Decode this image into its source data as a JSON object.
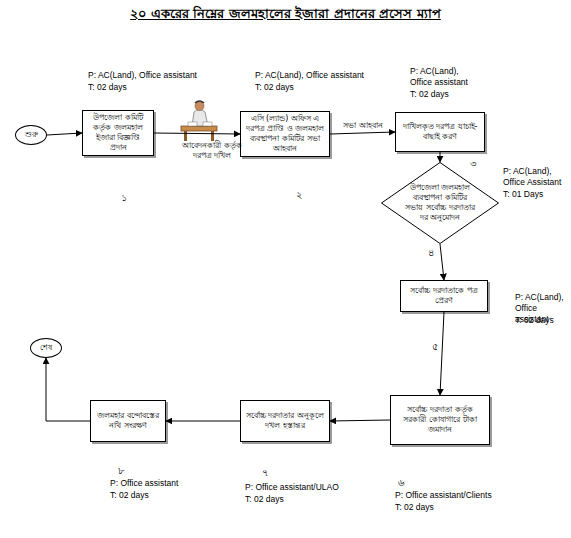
{
  "diagram": {
    "title": "২০ একরের নিম্নের জলমহালের ইজারা প্রদানের প্রসেস ম্যাপ",
    "nodes": [
      {
        "text": [
          "শুরু"
        ]
      },
      {
        "text": [
          "উপজেলা কমিটি কর্তৃক জলমহাল ইজারা বিজ্ঞপ্তি প্রদান"
        ]
      },
      {
        "text": [
          "এসি (ল্যান্ড) অফিস এ দরপত্র প্রাপ্তি ও জলমহাল ব্যবস্থাপনা কমিটির সভা আহবান"
        ]
      },
      {
        "text": [
          "দাখিলকৃত দরপত্র যাচাই-বাছাই করণ"
        ]
      },
      {
        "text": [
          "উপজেলা জলমহাল ব্যবস্থাপনা কমিটির সভায় সর্বোচ্চ দরদাতার দর অনুমোদন"
        ]
      },
      {
        "text": [
          "সর্বোচ্চ দরদাতাকে পত্র প্রেরণ"
        ]
      },
      {
        "text": [
          "সর্বোচ্চ দরদাতা কর্তৃক সরকারী কোষাগারে টাকা জমাদান"
        ]
      },
      {
        "text": [
          "সর্বোচ্চ দরদাতার অনুকূলে দখল হস্তান্তর"
        ]
      },
      {
        "text": [
          "জলমহার বন্দোবস্তের নথি সংরক্ষণ"
        ]
      },
      {
        "text": [
          "শেষ"
        ]
      }
    ],
    "edges": [
      {
        "from": 0,
        "to": 1,
        "arrow": "to"
      },
      {
        "from": 1,
        "to": 2,
        "label": "আবেদনকারী কর্তৃক দরপত্র দখিল",
        "arrow": "to"
      },
      {
        "from": 2,
        "to": 3,
        "label": "সভা আহবান",
        "arrow": "to"
      },
      {
        "from": 3,
        "to": 4,
        "arrow": "to"
      },
      {
        "from": 4,
        "to": 5,
        "arrow": "to"
      },
      {
        "from": 5,
        "to": 6,
        "arrow": "to"
      },
      {
        "from": 6,
        "to": 7,
        "arrow": "to"
      },
      {
        "from": 7,
        "to": 8,
        "arrow": "to"
      },
      {
        "from": 8,
        "to": 9,
        "arrow": "to"
      }
    ],
    "labels": [
      "P: AC(Land), Office assistant",
      "T: 02 days",
      "P: AC(Land), Office assistant",
      "T: 02 days",
      "P: AC(Land), Office assistant",
      "T: 02 days",
      "P: AC(Land), Office Assistant",
      "T: 01 Days",
      "P: AC(Land), Office assistant",
      "T: 02 days",
      "P: Office assistant/Clients",
      "T: 02 days",
      "P: Office assistant/ULAO",
      "T: 02 days",
      "P: Office assistant",
      "T: 02 days",
      "১",
      "২",
      "৩",
      "৪",
      "৫",
      "৬",
      "৭",
      "৮"
    ]
  }
}
